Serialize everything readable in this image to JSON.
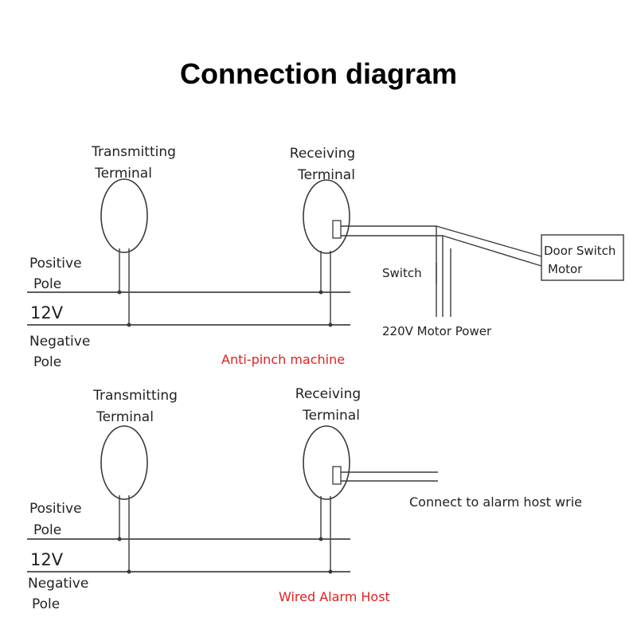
{
  "title": "Connection diagram",
  "top_diagram": {
    "transmitting_1": "Transmitting",
    "transmitting_2": "Terminal",
    "receiving_1": "Receiving",
    "receiving_2": "Terminal",
    "positive_1": "Positive",
    "positive_2": "Pole",
    "voltage": "12V",
    "negative_1": "Negative",
    "negative_2": "Pole",
    "switch": "Switch",
    "motor_power": "220V Motor Power",
    "door_switch_1": "Door Switch",
    "door_switch_2": "Motor",
    "caption": "Anti-pinch machine"
  },
  "bottom_diagram": {
    "transmitting_1": "Transmitting",
    "transmitting_2": "Terminal",
    "receiving_1": "Receiving",
    "receiving_2": "Terminal",
    "positive_1": "Positive",
    "positive_2": "Pole",
    "voltage": "12V",
    "negative_1": "Negative",
    "negative_2": "Pole",
    "alarm_connect": "Connect to alarm host wrie",
    "caption": "Wired Alarm Host"
  },
  "colors": {
    "caption": "#e02020",
    "line": "#3a3a3a"
  }
}
